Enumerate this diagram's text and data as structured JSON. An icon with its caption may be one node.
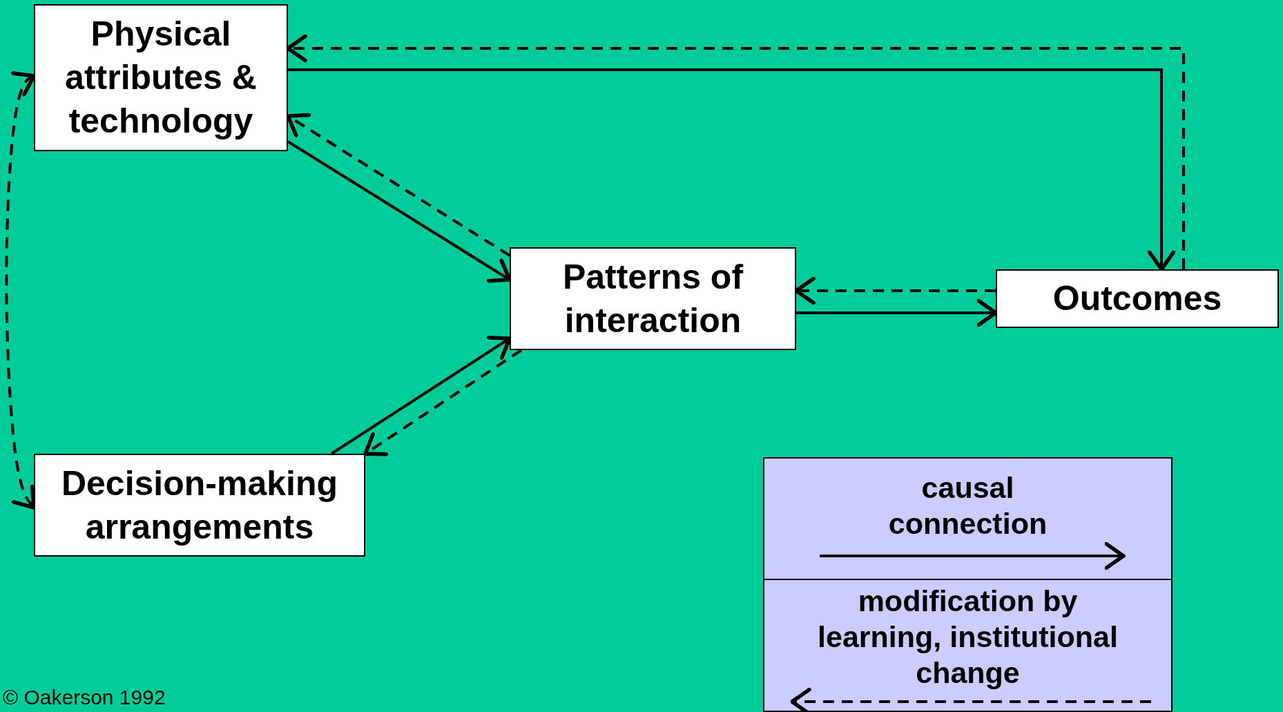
{
  "diagram": {
    "nodes": [
      {
        "text": [
          "Physical attributes & technology"
        ]
      },
      {
        "text": [
          "Patterns of interaction"
        ]
      },
      {
        "text": [
          "Outcomes"
        ]
      },
      {
        "text": [
          "Decision-making arrangements"
        ]
      }
    ],
    "edges": [
      {
        "from": 0,
        "to": 2,
        "arrow": "to"
      },
      {
        "from": 2,
        "to": 0,
        "arrow": "to",
        "style": "dashed"
      },
      {
        "from": 0,
        "to": 1,
        "arrow": "to"
      },
      {
        "from": 1,
        "to": 0,
        "arrow": "to",
        "style": "dashed"
      },
      {
        "from": 3,
        "to": 1,
        "arrow": "to"
      },
      {
        "from": 1,
        "to": 3,
        "arrow": "to",
        "style": "dashed"
      },
      {
        "from": 1,
        "to": 2,
        "arrow": "to"
      },
      {
        "from": 2,
        "to": 1,
        "arrow": "to",
        "style": "dashed"
      },
      {
        "from": 0,
        "to": 3,
        "arrow": "both",
        "style": "dashed"
      }
    ],
    "labels": [
      "© Oakerson 1992"
    ],
    "legend": [
      {
        "text": "causal connection"
      },
      {
        "text": "modification by learning, institutional change"
      }
    ]
  }
}
